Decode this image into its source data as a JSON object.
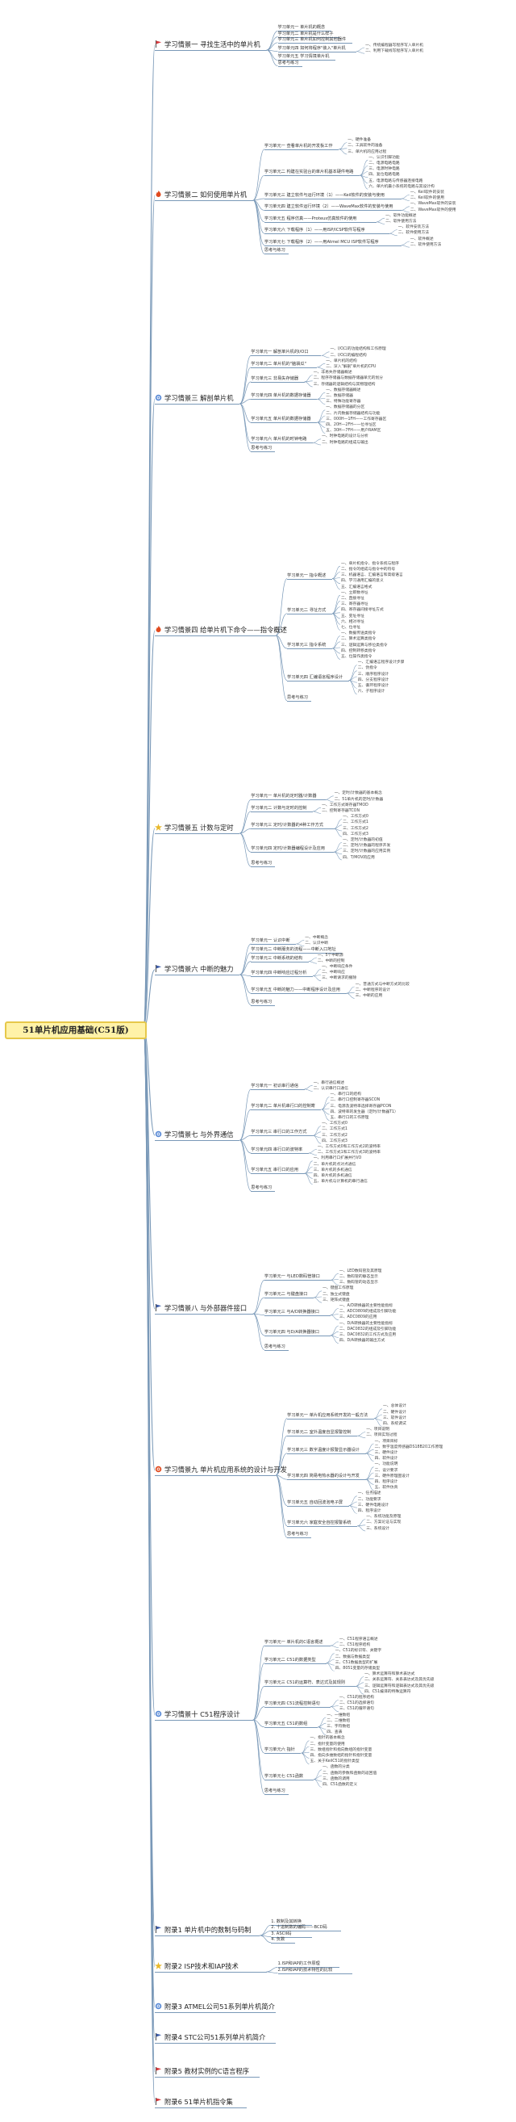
{
  "root": "51单片机应用基础(C51版)",
  "branches": [
    {
      "title": "学习情景一 寻找生活中的单片机",
      "icon": "flag",
      "color": "#d9373b",
      "children": [
        {
          "t": "学习单元一 单片机的概念"
        },
        {
          "t": "学习单元二 单片机是什么样子"
        },
        {
          "t": "学习单元三 单片机如何控制其他器件"
        },
        {
          "t": "学习单元四 如何将程序\"装入\"单片机",
          "leaves": [
            "一、传统编程器写程序写入单片机",
            "二、利用下载线写程序写入单片机"
          ]
        },
        {
          "t": "学习单元五 学习情境单片机"
        },
        {
          "t": "思考与练习"
        }
      ]
    },
    {
      "title": "学习情景二 如何使用单片机",
      "icon": "flame",
      "color": "#e04a1f",
      "children": [
        {
          "t": "学习单元一 查看单片机的开发板工作",
          "leaves": [
            "一、硬件准备",
            "二、工具软件的准备",
            "三、单片机的应用过程"
          ]
        },
        {
          "t": "学习单元二 构建在实验台的单片机基本硬件电路",
          "leaves": [
            "一、认识引脚功能",
            "二、电源电路电路",
            "三、电源时钟电路",
            "四、复位电路电路",
            "五、电源电路与传感器连接电路",
            "六、单片机最小系统的电路与其设计构"
          ]
        },
        {
          "t": "学习单元三 建立软件与运行环境（1）——Keil软件的安装与使用",
          "leaves": [
            "一、Keil软件的安装",
            "二、Keil软件的使用"
          ]
        },
        {
          "t": "学习单元四 建立软件运行环境（2）——WaveMax软件的安装与使用",
          "leaves": [
            "一、WaveMax软件的安装",
            "二、WaveMax软件的使用"
          ]
        },
        {
          "t": "学习单元五 程序仿真——Proteus仿真软件的使用",
          "leaves": [
            "一、软件功能概述",
            "二、软件使用方法"
          ]
        },
        {
          "t": "学习单元六 下载程序（1）——用ISP/ICSP软件写程序",
          "leaves": [
            "一、软件安装方法",
            "二、软件使用方法"
          ]
        },
        {
          "t": "学习单元七 下载程序（2）——用Atmel MCU ISP软件写程序",
          "leaves": [
            "一、软件概述",
            "二、软件使用方法"
          ]
        },
        {
          "t": "思考与练习"
        }
      ]
    },
    {
      "title": "学习情景三 解剖单片机",
      "icon": "gear",
      "color": "#5b8bd6",
      "children": [
        {
          "t": "学习单元一 解剖单片机的I/O口",
          "leaves": [
            "一、I/O口的功能结构和工作原理",
            "二、I/O口的编程结构"
          ]
        },
        {
          "t": "学习单元二 单片机的\"脑袋瓜\"",
          "leaves": [
            "一、单片机的结构",
            "二、深入\"解剖\"单片机的CPU"
          ]
        },
        {
          "t": "学习单元三 非易失存储器",
          "leaves": [
            "一、非易失存储器概述",
            "二、程序存储器与数据存储器单元的划分",
            "三、存储器的逻辑结构与其物理结构"
          ]
        },
        {
          "t": "学习单元四 单片机的数据存储器",
          "leaves": [
            "一、数据存储器概述",
            "二、数据存储器",
            "三、特殊功能寄存器"
          ]
        },
        {
          "t": "学习单元五 单片机的数据存储器",
          "leaves": [
            "一、数据存储器的分区",
            "二、片内数据存储器结构与功能",
            "三、000H—1FH——工作寄存器区",
            "四、20H—2FH——位寻址区",
            "五、30H—7FH——用户RAM区"
          ]
        },
        {
          "t": "学习单元六 单片机的时钟电路",
          "leaves": [
            "一、时钟电路的设计与分析",
            "二、时钟电路的组成与输出"
          ]
        },
        {
          "t": "思考与练习"
        }
      ]
    },
    {
      "title": "学习情景四 给单片机下命令——指令概述",
      "icon": "flame",
      "color": "#e04a1f",
      "children": [
        {
          "t": "学习单元一 指令概述",
          "leaves": [
            "一、单片机指令、指令系统与程序",
            "二、指令的组成与指令中的符号",
            "三、机器语言、汇编语言和高级语言",
            "四、学习通用汇编的意义",
            "五、汇编语言格式"
          ]
        },
        {
          "t": "学习单元二 寻址方式",
          "leaves": [
            "一、立即数寻址",
            "二、直接寻址",
            "三、寄存器寻址",
            "四、寄存器间接寻址方式",
            "五、变址寻址",
            "六、相对寻址",
            "七、位寻址"
          ]
        },
        {
          "t": "学习单元三 指令系统",
          "leaves": [
            "一、数据传送类指令",
            "二、算术运算类指令",
            "三、逻辑运算与移位类指令",
            "四、控制转移类指令",
            "五、位操作类指令"
          ]
        },
        {
          "t": "学习单元四 汇编语言程序设计",
          "leaves": [
            "一、汇编语言程序设计步骤",
            "二、伪指令",
            "三、顺序程序设计",
            "四、分支程序设计",
            "五、循环程序设计",
            "六、子程序设计"
          ]
        },
        {
          "t": "思考与练习"
        }
      ]
    },
    {
      "title": "学习情景五 计数与定时",
      "icon": "star",
      "color": "#e8b82a",
      "children": [
        {
          "t": "学习单元一 单片机的定时器/计数器",
          "leaves": [
            "一、定时/计数器的基本概念",
            "二、51单片机的定时/计数器"
          ]
        },
        {
          "t": "学习单元二 计数与定时的控制",
          "leaves": [
            "一、工作方式寄存器TMOD",
            "二、控制寄存器TCON"
          ]
        },
        {
          "t": "学习单元三 定时/计数器的4种工作方式",
          "leaves": [
            "一、工作方式0",
            "二、工作方式1",
            "三、工作方式2",
            "四、工作方式3"
          ]
        },
        {
          "t": "学习单元四 定时/计数器编程设计及应用",
          "leaves": [
            "一、定时/计数器的初值",
            "二、定时/计数器的程序开发",
            "三、定时/计数器的应用实例",
            "四、T/MOV的应用"
          ]
        },
        {
          "t": "思考与练习"
        }
      ]
    },
    {
      "title": "学习情景六 中断的魅力",
      "icon": "flag",
      "color": "#3b5ba8",
      "children": [
        {
          "t": "学习单元一 认识中断",
          "leaves": [
            "一、中断概念",
            "二、认识中断"
          ]
        },
        {
          "t": "学习单元二 中断服务的流程——中断入口地址"
        },
        {
          "t": "学习单元三 中断系统的结构",
          "leaves": [
            "一、5个中断源",
            "二、中断的控制"
          ]
        },
        {
          "t": "学习单元四 中断响应过程分析",
          "leaves": [
            "一、中断响应条件",
            "二、中断响应",
            "三、中断请求的撤除"
          ]
        },
        {
          "t": "学习单元五 中断的魅力——中断程序设计及应用",
          "leaves": [
            "一、普通方式与中断方式的比较",
            "二、中断程序的设计",
            "三、中断的应用"
          ]
        },
        {
          "t": "思考与练习"
        }
      ]
    },
    {
      "title": "学习情景七 与外界通信",
      "icon": "gear",
      "color": "#5b8bd6",
      "children": [
        {
          "t": "学习单元一 初识串行通信",
          "leaves": [
            "一、串行通信概述",
            "二、认识串行口通信"
          ]
        },
        {
          "t": "学习单元二 单片机串行口的控制寄",
          "leaves": [
            "一、串行口的结构",
            "二、串行口控制寄存器SCON",
            "三、电源及波特率选择寄存器PCON",
            "四、波特率的发生器（定时/计数器T1）",
            "五、串行口的工作原理"
          ]
        },
        {
          "t": "学习单元三 串行口的工作方式",
          "leaves": [
            "一、工作方式0",
            "二、工作方式1",
            "三、工作方式2",
            "四、工作方式3"
          ]
        },
        {
          "t": "学习单元四 串行口的波特率",
          "leaves": [
            "一、工作方式0和工作方式2的波特率",
            "二、工作方式1和工作方式3的波特率"
          ]
        },
        {
          "t": "学习单元五 串行口的应用",
          "leaves": [
            "一、利用串行口扩展并行I/O",
            "二、单片机的点对点通信",
            "三、单片机的多机通信",
            "四、单片机的多机通信",
            "五、单片机与计算机的串行通信"
          ]
        },
        {
          "t": "思考与练习"
        }
      ]
    },
    {
      "title": "学习情景八 与外部器件接口",
      "icon": "flag",
      "color": "#3b5ba8",
      "children": [
        {
          "t": "学习单元一 与LED数码管接口",
          "leaves": [
            "一、LED数码管及其原理",
            "二、数码管的静态显示",
            "三、数码管的动态显示"
          ]
        },
        {
          "t": "学习单元二 与键盘接口",
          "leaves": [
            "一、键盘工作原理",
            "二、独立式键盘",
            "三、矩阵式键盘"
          ]
        },
        {
          "t": "学习单元三 与A/D转换器接口",
          "leaves": [
            "一、A/D转换器的主要性能指标",
            "二、ADC0809的组成及引脚功能",
            "三、ADC0809的应用"
          ]
        },
        {
          "t": "学习单元四 与D/A转换器接口",
          "leaves": [
            "一、D/A转换器的主要性能指标",
            "二、DAC0832的组成及引脚功能",
            "三、DAC0832的工作方式及应用",
            "四、D/A转换器的输出方式"
          ]
        },
        {
          "t": "思考与练习"
        }
      ]
    },
    {
      "title": "学习情景九 单片机应用系统的设计与开发",
      "icon": "gear",
      "color": "#e04a1f",
      "children": [
        {
          "t": "学习单元一 单片机应用系统开发的一般方法",
          "leaves": [
            "一、总体设计",
            "二、硬件设计",
            "三、软件设计",
            "四、系统调试"
          ]
        },
        {
          "t": "学习单元二 室外温度自显报警控制",
          "leaves": [
            "一、项目说明",
            "二、项目实现过程"
          ]
        },
        {
          "t": "学习单元三 数字温度计报警显示器设计",
          "leaves": [
            "一、项目目标",
            "二、数字温度传感器DS18B20工作原理",
            "三、硬件设计",
            "四、软件设计"
          ]
        },
        {
          "t": "学习单元四 简易电热水器的设计与开发",
          "leaves": [
            "一、功能说明",
            "二、设计要求",
            "三、硬件原理图设计",
            "四、程序设计",
            "五、软件仿真"
          ]
        },
        {
          "t": "学习单元五 自动回波泡电子屏",
          "leaves": [
            "一、任务描述",
            "二、功能要求",
            "三、硬件电路设计",
            "四、程序设计"
          ]
        },
        {
          "t": "学习单元六 家庭安全自控报警系统",
          "leaves": [
            "一、系统功能及原理",
            "二、方案论证与实现",
            "三、系统设计"
          ]
        },
        {
          "t": "思考与练习"
        }
      ]
    },
    {
      "title": "学习情景十 C51程序设计",
      "icon": "gear",
      "color": "#5b8bd6",
      "children": [
        {
          "t": "学习单元一 单片机的C语言概述",
          "leaves": [
            "一、C51程序语言概述",
            "二、C51程序结构"
          ]
        },
        {
          "t": "学习单元二 C51的数据类型",
          "leaves": [
            "一、C51的标识符、关键字",
            "二、数据与数据类型",
            "三、C51数据类型的扩展",
            "四、8051变量的存储类型"
          ]
        },
        {
          "t": "学习单元三 C51的运算符、表达式及其规则",
          "leaves": [
            "一、算术运算符和算术表达式",
            "二、关系运算符、关系表达式及其优先级",
            "三、逻辑运算符和逻辑表达式及其优先级",
            "四、C51编译的特殊运算符"
          ]
        },
        {
          "t": "学习单元四 C51流程控制语句",
          "leaves": [
            "一、C51的程序结构",
            "二、C51的选择语句",
            "三、C51的循环语句"
          ]
        },
        {
          "t": "学习单元五 C51的数组",
          "leaves": [
            "一、一维数组",
            "二、二维数组",
            "三、字符数组",
            "四、查表"
          ]
        },
        {
          "t": "学习单元六 指针",
          "leaves": [
            "一、指针的基本概念",
            "二、指针变量的使用",
            "三、数组指针和指向数组的指针变量",
            "四、指向多维数组的指针和指针变量",
            "五、关于KeilC51的指针类型"
          ]
        },
        {
          "t": "学习单元七 C51函数",
          "leaves": [
            "一、函数的分类",
            "二、函数的参数和函数的返回值",
            "三、函数的调用",
            "四、C51函数的定义"
          ]
        },
        {
          "t": "思考与练习"
        }
      ]
    },
    {
      "title": "附录1 单片机中的数制与码制",
      "icon": "flag",
      "color": "#3b5ba8",
      "children": [
        {
          "t": "1. 数制及其转换"
        },
        {
          "t": "2. 十进制数的编码——BCD码"
        },
        {
          "t": "3. ASCII码"
        },
        {
          "t": "4. 负数"
        }
      ]
    },
    {
      "title": "附录2 ISP技术和IAP技术",
      "icon": "star",
      "color": "#e8b82a",
      "children": [
        {
          "t": "1.ISP和IAP的工作原理"
        },
        {
          "t": "2.ISP和IAP的技术特性的比较"
        }
      ]
    },
    {
      "title": "附录3 ATMEL公司51系列单片机简介",
      "icon": "gear",
      "color": "#5b8bd6",
      "children": []
    },
    {
      "title": "附录4 STC公司51系列单片机简介",
      "icon": "flag",
      "color": "#3b5ba8",
      "children": []
    },
    {
      "title": "附录5 教材实例的C语言程序",
      "icon": "flag",
      "color": "#d9373b",
      "children": []
    },
    {
      "title": "附录6 51单片机指令集",
      "icon": "flag",
      "color": "#d9373b",
      "children": []
    }
  ]
}
